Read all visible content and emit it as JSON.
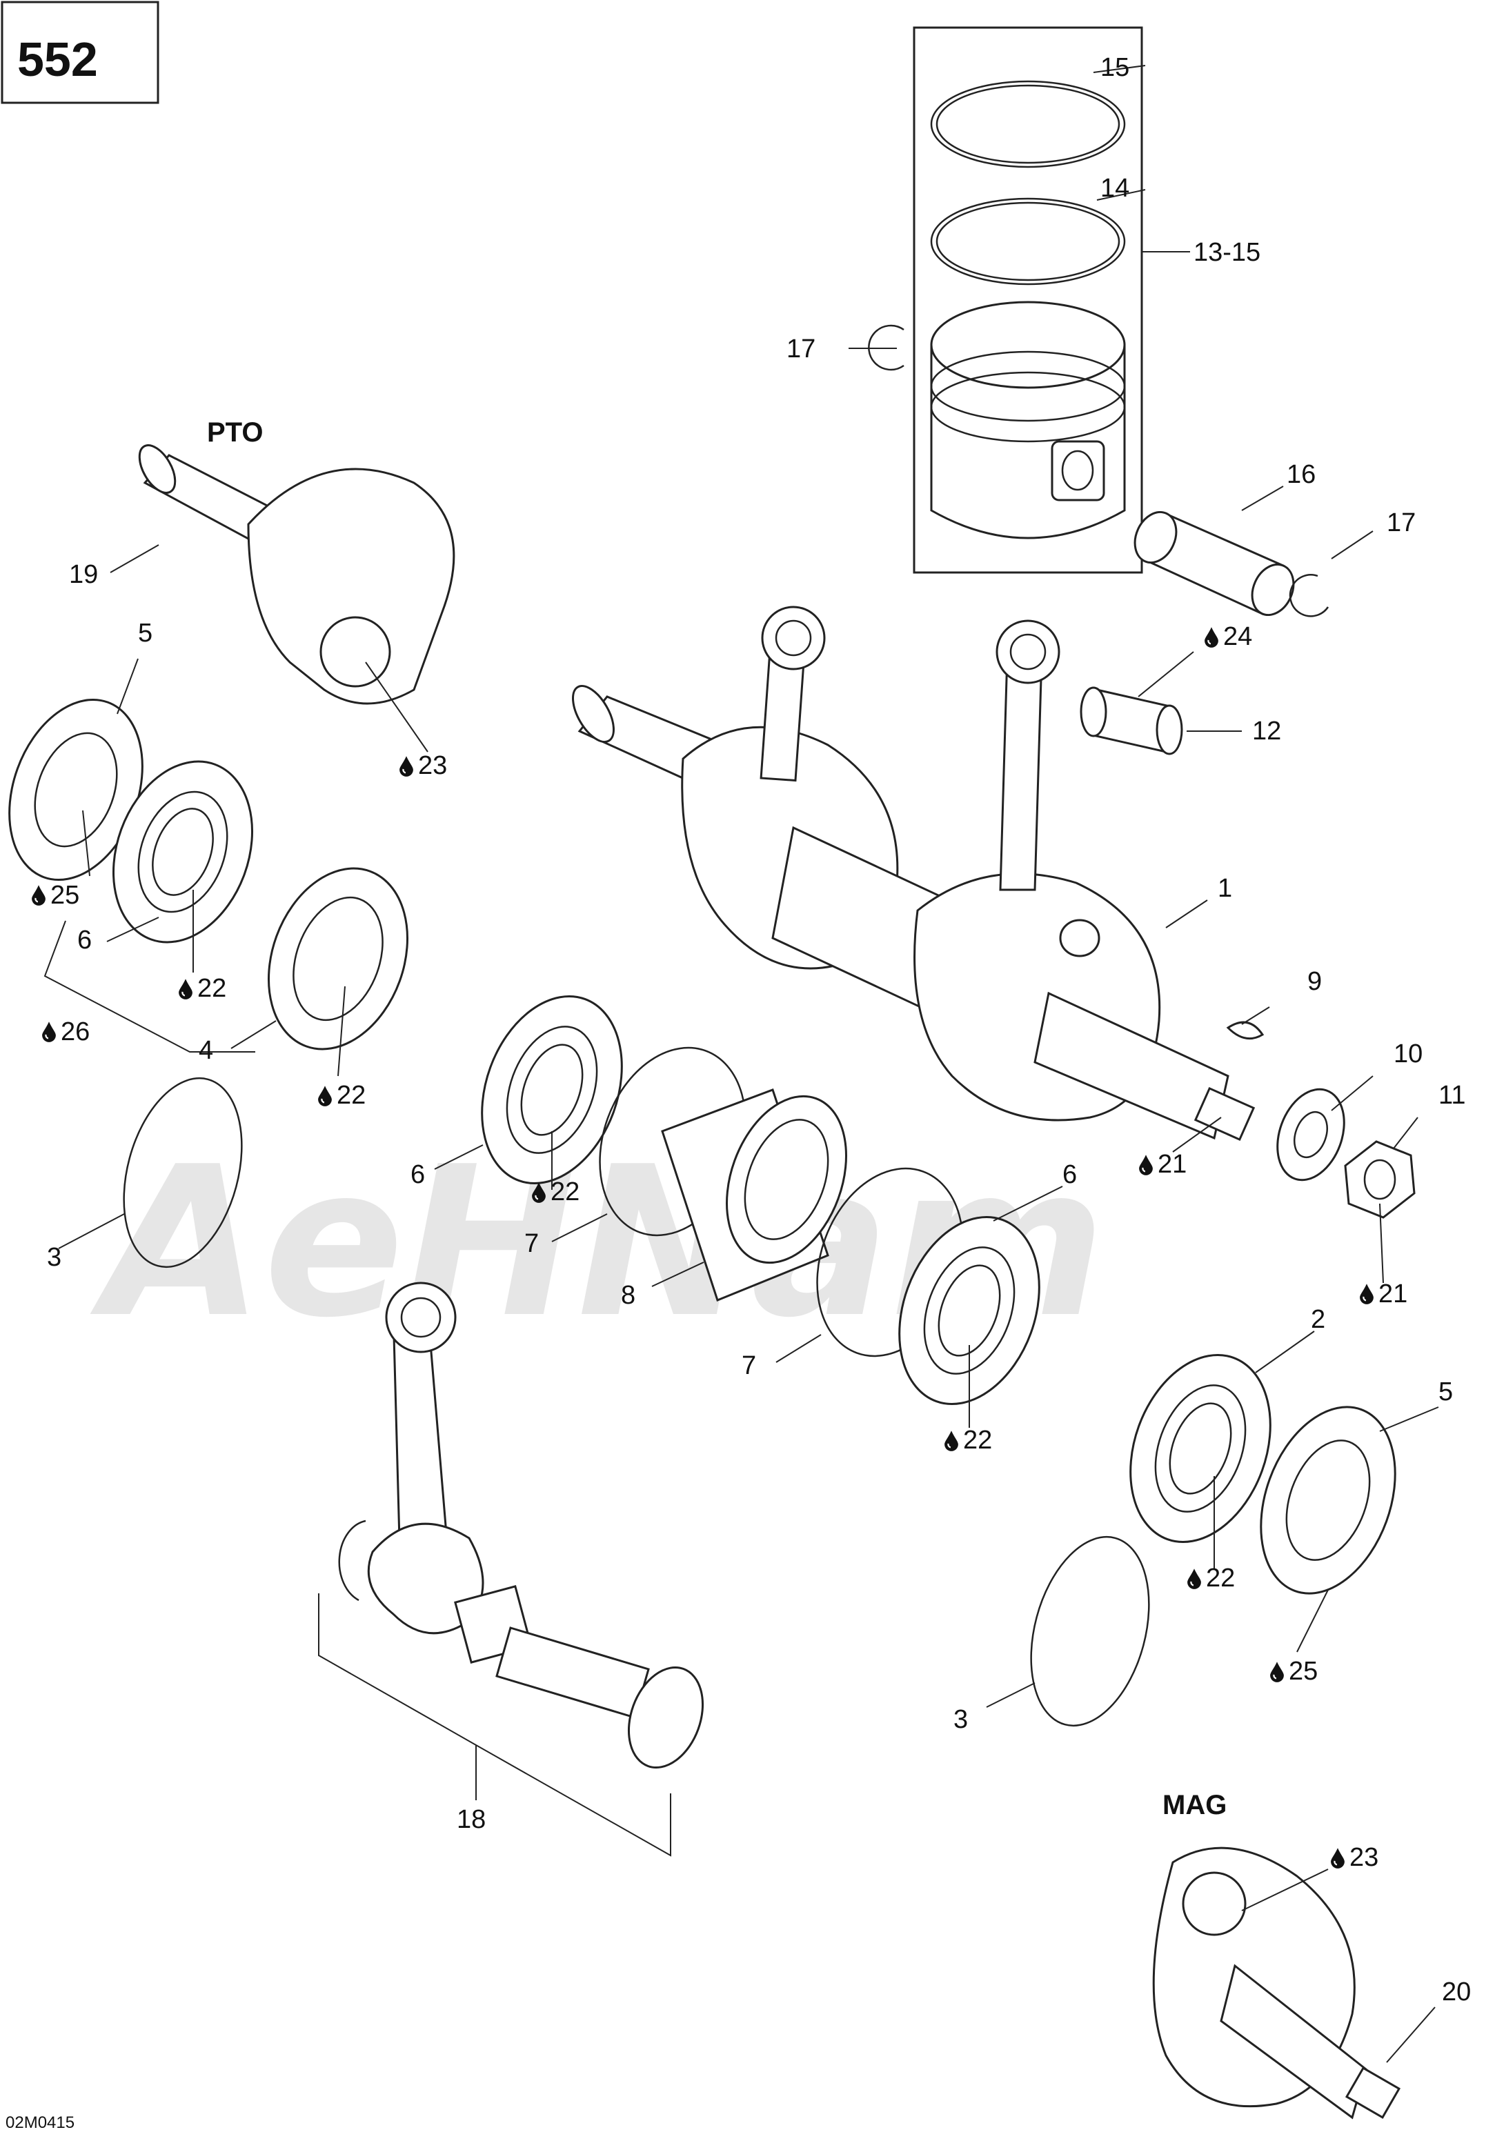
{
  "diagram": {
    "page_number": "552",
    "drawing_code": "02M0415",
    "watermark": "AeHNam",
    "side_labels": {
      "pto": "PTO",
      "mag": "MAG"
    },
    "callouts": {
      "c1": "1",
      "c2": "2",
      "c3a": "3",
      "c3b": "3",
      "c4": "4",
      "c5a": "5",
      "c5b": "5",
      "c6a": "6",
      "c6b": "6",
      "c6c": "6",
      "c7a": "7",
      "c7b": "7",
      "c8": "8",
      "c9": "9",
      "c10": "10",
      "c11": "11",
      "c12": "12",
      "c13_15": "13-15",
      "c14": "14",
      "c15": "15",
      "c16": "16",
      "c17a": "17",
      "c17b": "17",
      "c18": "18",
      "c19": "19",
      "c20": "20",
      "c21a": "21",
      "c21b": "21",
      "c22a": "22",
      "c22b": "22",
      "c22c": "22",
      "c22d": "22",
      "c22e": "22",
      "c23a": "23",
      "c23b": "23",
      "c24": "24",
      "c25a": "25",
      "c25b": "25",
      "c26": "26"
    },
    "lubricant_icon": "oil-drop-icon"
  }
}
